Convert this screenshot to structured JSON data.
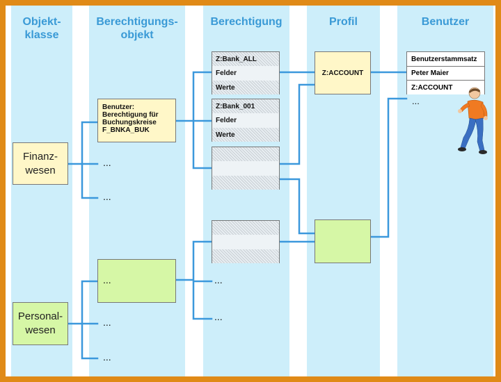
{
  "columns": [
    {
      "title": "Objekt-\nklasse"
    },
    {
      "title": "Berechtigungs-\nobjekt"
    },
    {
      "title": "Berechtigung"
    },
    {
      "title": "Profil"
    },
    {
      "title": "Benutzer"
    }
  ],
  "object_classes": {
    "finance": "Finanz-\nwesen",
    "personnel": "Personal-\nwesen"
  },
  "auth_object": {
    "lines": [
      "Benutzer:",
      "Berechtigung für",
      "Buchungskreise",
      "F_BNKA_BUK"
    ]
  },
  "authorizations": [
    {
      "name": "Z:Bank_ALL",
      "fields": "Felder",
      "values": "Werte"
    },
    {
      "name": "Z:Bank_001",
      "fields": "Felder",
      "values": "Werte"
    }
  ],
  "profile": {
    "name": "Z:ACCOUNT"
  },
  "user_record": {
    "rows": [
      "Benutzerstammsatz",
      "Peter Maier",
      "Z:ACCOUNT"
    ]
  },
  "ellipsis": "..."
}
